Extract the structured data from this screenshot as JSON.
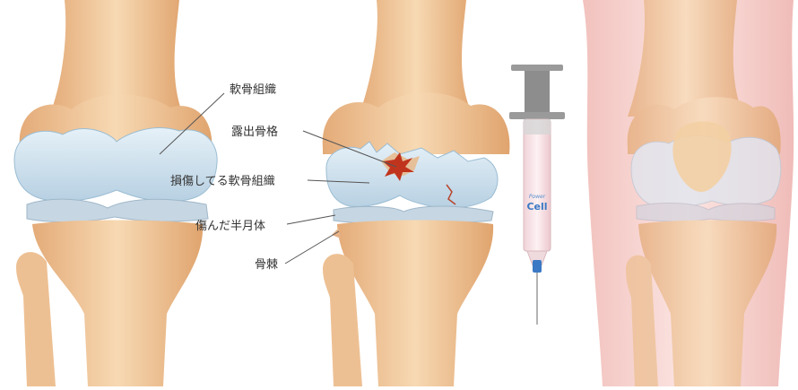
{
  "labels": {
    "cartilage": "軟骨組織",
    "exposed_bone": "露出骨格",
    "damaged_cartilage": "損傷してる軟骨組織",
    "damaged_meniscus": "傷んだ半月体",
    "bone_spur": "骨棘"
  },
  "syringe": {
    "label_line1": "Power",
    "label_line2": "Cell"
  },
  "colors": {
    "bone": "#f2c89a",
    "bone_shadow": "#d9a06a",
    "cartilage": "#cfe3ef",
    "meniscus": "#b9cddb",
    "damage": "#c0341d",
    "skin": "#f3cfcc",
    "syringe_plunger": "#8d8d8d",
    "syringe_fluid": "#f7dfe3",
    "needle_hub": "#3b79c4",
    "leader_line": "#555555"
  }
}
